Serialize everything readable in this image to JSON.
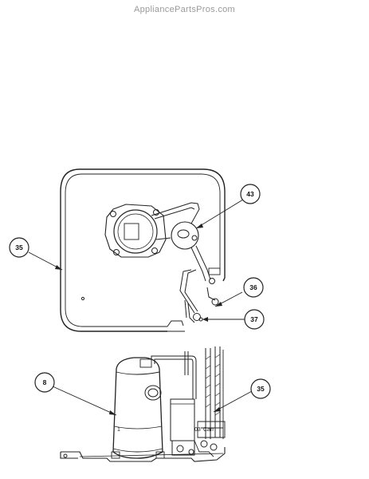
{
  "watermark": "AppliancePartsPros.com",
  "callouts": {
    "top_left": "35",
    "top_right_upper": "43",
    "top_right_middle": "36",
    "top_right_lower": "37",
    "bottom_left": "8",
    "bottom_right": "35"
  },
  "small_text": {
    "label_a": "1",
    "label_b": "03",
    "label_c": "Carr"
  }
}
